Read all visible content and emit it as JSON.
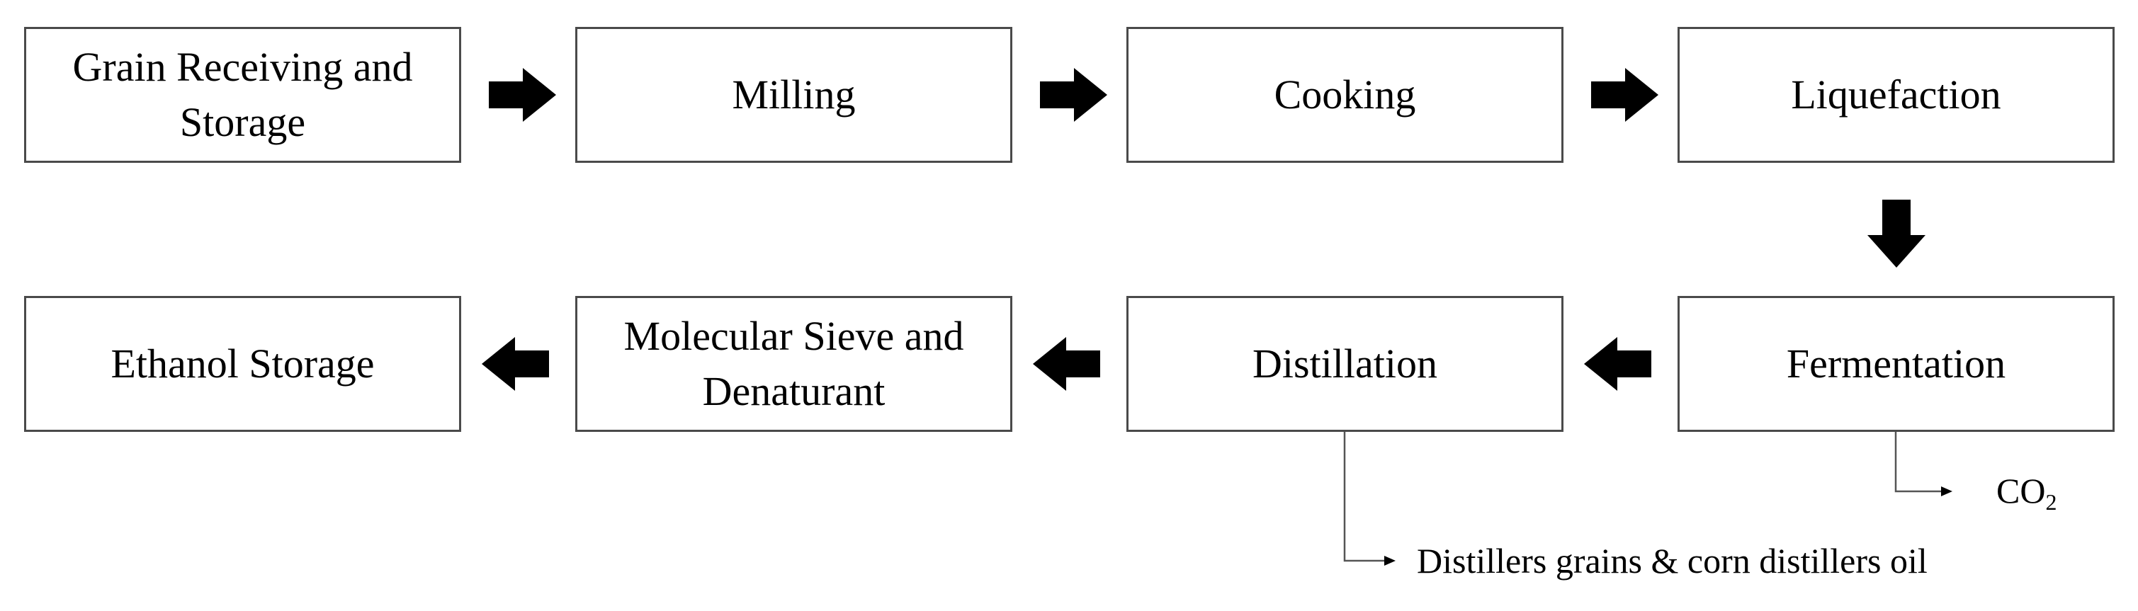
{
  "steps": [
    {
      "id": 1,
      "label": "Grain Receiving and Storage",
      "lines": [
        "Grain Receiving and",
        "Storage"
      ]
    },
    {
      "id": 2,
      "label": "Milling",
      "lines": [
        "Milling"
      ]
    },
    {
      "id": 3,
      "label": "Cooking",
      "lines": [
        "Cooking"
      ]
    },
    {
      "id": 4,
      "label": "Liquefaction",
      "lines": [
        "Liquefaction"
      ]
    },
    {
      "id": 5,
      "label": "Fermentation",
      "lines": [
        "Fermentation"
      ]
    },
    {
      "id": 6,
      "label": "Distillation",
      "lines": [
        "Distillation"
      ]
    },
    {
      "id": 7,
      "label": "Molecular Sieve and Denaturant",
      "lines": [
        "Molecular Sieve and",
        "Denaturant"
      ]
    },
    {
      "id": 8,
      "label": "Ethanol Storage",
      "lines": [
        "Ethanol Storage"
      ]
    }
  ],
  "flows": [
    {
      "from": 1,
      "to": 2,
      "direction": "right"
    },
    {
      "from": 2,
      "to": 3,
      "direction": "right"
    },
    {
      "from": 3,
      "to": 4,
      "direction": "right"
    },
    {
      "from": 4,
      "to": 5,
      "direction": "down"
    },
    {
      "from": 5,
      "to": 6,
      "direction": "left"
    },
    {
      "from": 6,
      "to": 7,
      "direction": "left"
    },
    {
      "from": 7,
      "to": 8,
      "direction": "left"
    }
  ],
  "outputs": [
    {
      "from_step": 5,
      "base": "CO",
      "subscript": "2"
    },
    {
      "from_step": 6,
      "label": "Distillers grains & corn distillers oil"
    }
  ],
  "colors": {
    "box_border": "#4a4a4a",
    "arrow_fill": "#000000",
    "background": "#ffffff"
  }
}
